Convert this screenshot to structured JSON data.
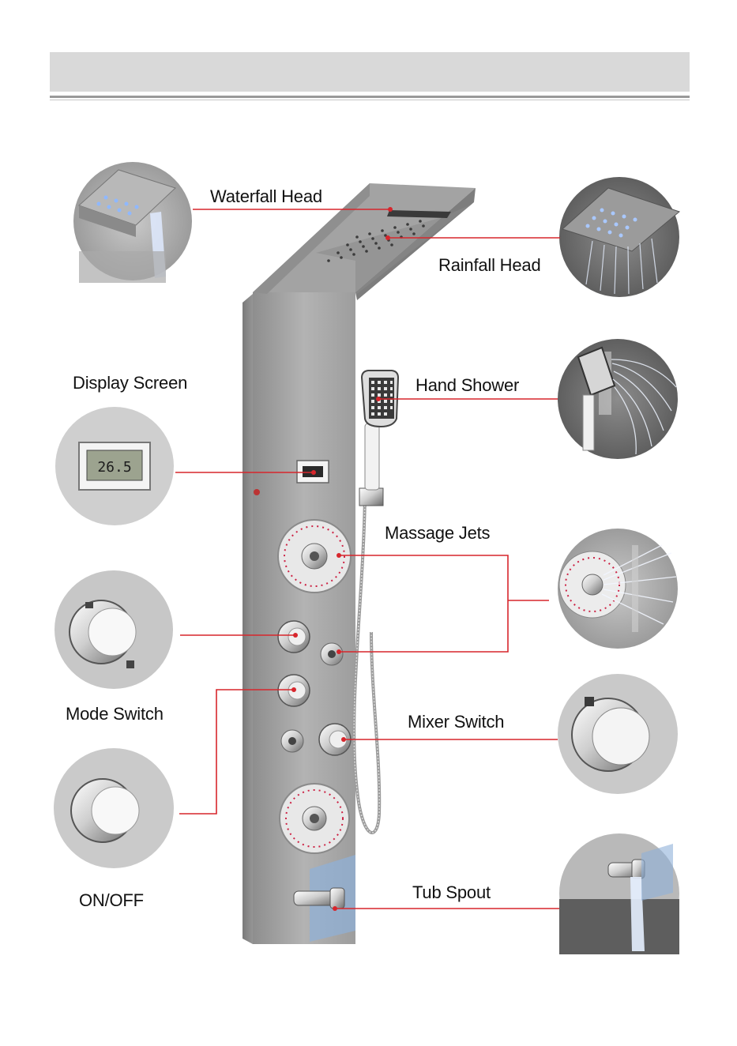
{
  "labels": {
    "waterfall_head": "Waterfall Head",
    "rainfall_head": "Rainfall Head",
    "display_screen": "Display Screen",
    "hand_shower": "Hand Shower",
    "massage_jets": "Massage Jets",
    "mode_switch": "Mode Switch",
    "mixer_switch": "Mixer Switch",
    "on_off": "ON/OFF",
    "tub_spout": "Tub Spout"
  },
  "display_reading": "26.5",
  "colors": {
    "callout_line": "#d7262c",
    "panel_steel": "#a9a9a9",
    "header_bar": "#d9d9d9",
    "led_blue": "#8fb8ff"
  }
}
